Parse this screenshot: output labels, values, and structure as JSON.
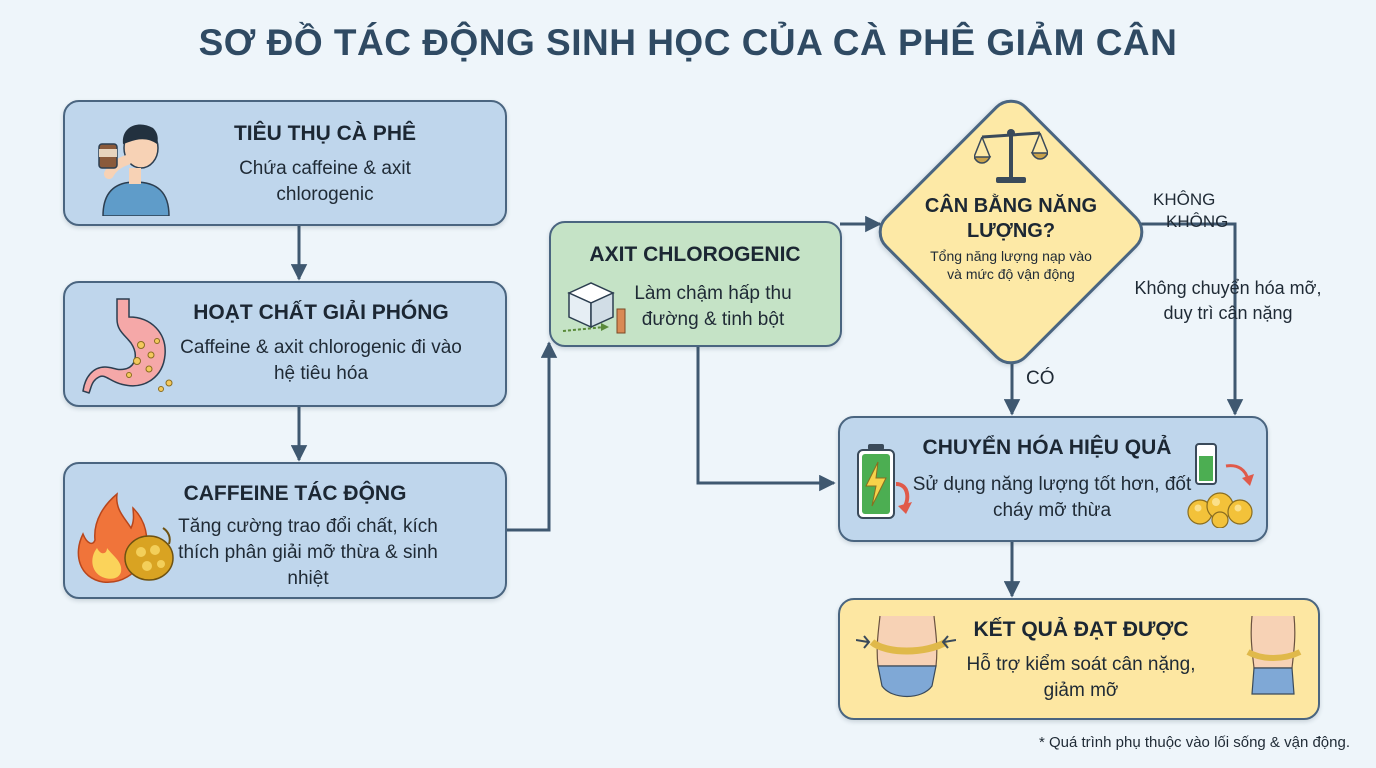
{
  "title": "SƠ ĐỒ TÁC ĐỘNG SINH HỌC CỦA CÀ PHÊ GIẢM CÂN",
  "nodes": {
    "consume": {
      "title": "TIÊU THỤ CÀ PHÊ",
      "desc": "Chứa caffeine & axit chlorogenic"
    },
    "release": {
      "title": "HOẠT CHẤT GIẢI PHÓNG",
      "desc": "Caffeine & axit chlorogenic đi vào hệ tiêu hóa"
    },
    "caffeine": {
      "title": "CAFFEINE TÁC ĐỘNG",
      "desc": "Tăng cường trao đổi chất, kích thích phân giải mỡ thừa & sinh nhiệt"
    },
    "chlorogenic": {
      "title": "AXIT CHLOROGENIC",
      "desc": "Làm chậm hấp thu đường & tinh bột"
    },
    "balance": {
      "title": "CÂN BẰNG NĂNG LƯỢNG?",
      "desc": "Tổng năng lượng nạp vào và mức độ vận động"
    },
    "metabolism": {
      "title": "CHUYỂN HÓA HIỆU QUẢ",
      "desc": "Sử dụng năng lượng tốt hơn, đốt cháy mỡ thừa"
    },
    "result": {
      "title": "KẾT QUẢ ĐẠT ĐƯỢC",
      "desc": "Hỗ trợ kiểm soát cân nặng, giảm mỡ"
    }
  },
  "labels": {
    "no_1": "KHÔNG",
    "no_2": "KHÔNG",
    "yes": "CÓ",
    "no_branch": "Không chuyển hóa mỡ, duy trì cân nặng"
  },
  "footnote": "* Quá trình phụ thuộc vào lối sống & vận động.",
  "colors": {
    "blue_box": "#bfd6ec",
    "green_box": "#c5e3c6",
    "yellow_box": "#fde7a2",
    "border": "#4a6580",
    "arrow": "#3f5870",
    "title": "#2f4a63"
  }
}
